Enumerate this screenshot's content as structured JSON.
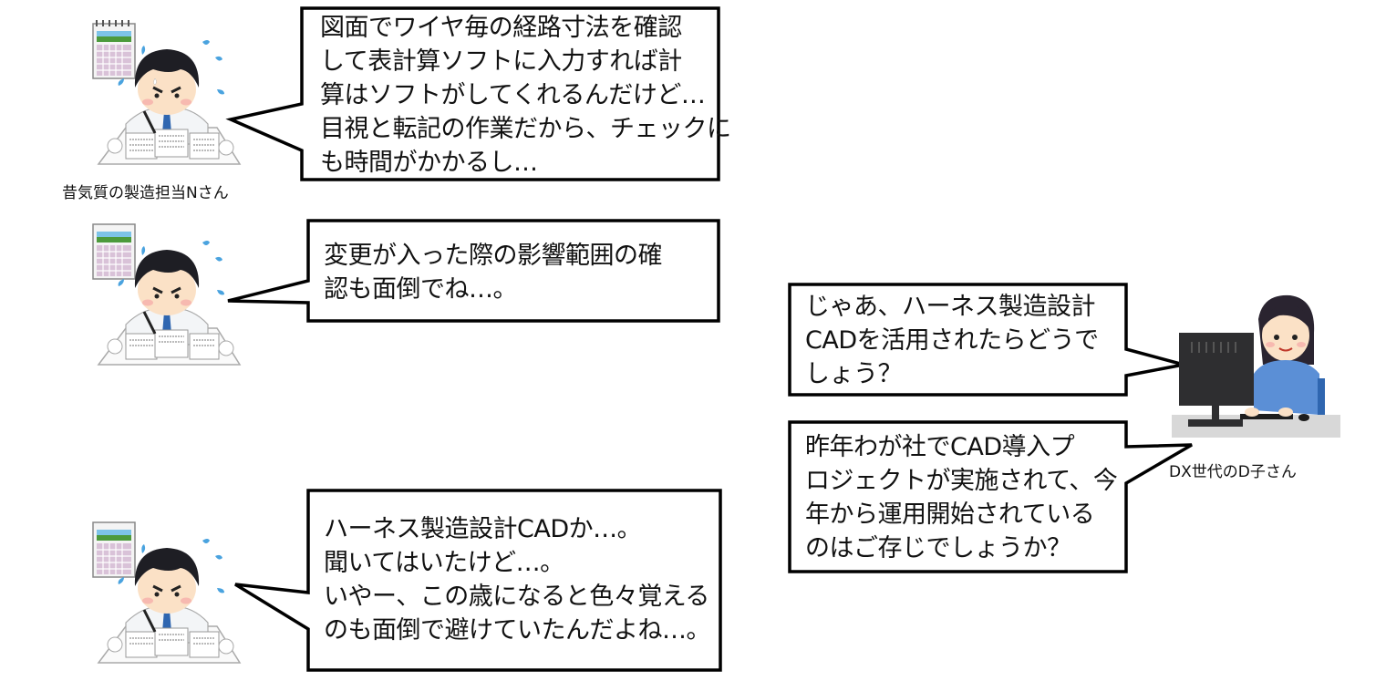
{
  "characters": {
    "n_san": {
      "label": "昔気質の製造担当Nさん",
      "description": "worried worker at desk"
    },
    "d_ko": {
      "label": "DX世代のD子さん",
      "description": "woman at computer"
    }
  },
  "dialogue": [
    {
      "speaker": "n_san",
      "lines": [
        "図面でワイヤ毎の経路寸法を確認",
        "して表計算ソフトに入力すれば計",
        "算はソフトがしてくれるんだけど…",
        "目視と転記の作業だから、チェックに",
        "も時間がかかるし…"
      ]
    },
    {
      "speaker": "n_san",
      "lines": [
        "変更が入った際の影響範囲の確",
        "認も面倒でね…。"
      ]
    },
    {
      "speaker": "d_ko",
      "lines": [
        "じゃあ、ハーネス製造設計",
        "CADを活用されたらどうで",
        "しょう？"
      ]
    },
    {
      "speaker": "d_ko",
      "lines": [
        "昨年わが社でCAD導入プ",
        "ロジェクトが実施されて、今",
        "年から運用開始されている",
        "のはご存じでしょうか？"
      ]
    },
    {
      "speaker": "n_san",
      "lines": [
        "ハーネス製造設計CADか…。",
        "聞いてはいたけど…。",
        "いやー、この歳になると色々覚える",
        "のも面倒で避けていたんだよね…。"
      ]
    }
  ],
  "colors": {
    "stroke": "#000000",
    "fill": "#ffffff",
    "shirt_blue": "#5b8fd6",
    "sweat": "#4aa3df",
    "hair": "#1e1e24",
    "skin": "#fbe1c6",
    "monitor": "#2e2e30",
    "desk": "#d8d8d8"
  }
}
